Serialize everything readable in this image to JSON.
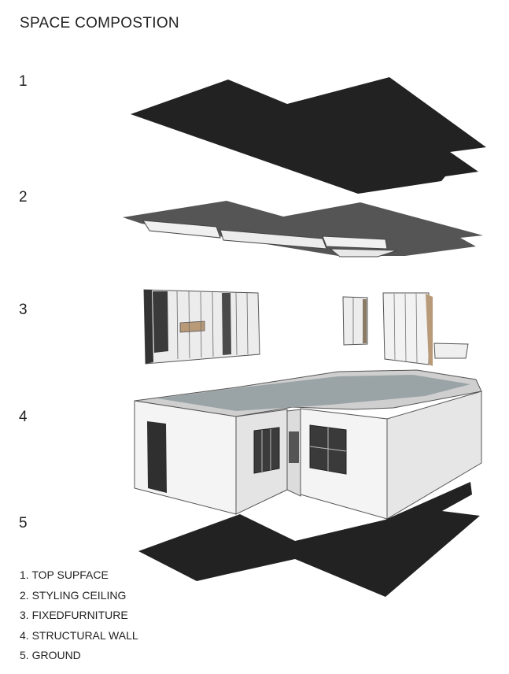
{
  "title": "SPACE COMPOSTION",
  "layers": [
    {
      "number": "1"
    },
    {
      "number": "2"
    },
    {
      "number": "3"
    },
    {
      "number": "4"
    },
    {
      "number": "5"
    }
  ],
  "legend": [
    "1. TOP SUPFACE",
    "2. STYLING CEILING",
    "3. FIXEDFURNITURE",
    "4. STRUCTURAL WALL",
    "5. GROUND"
  ],
  "colors": {
    "slab": "#222222",
    "ceiling": "#555555",
    "wall": "#f4f4f4",
    "wall_shade": "#e2e2e2",
    "outline": "#555555"
  }
}
